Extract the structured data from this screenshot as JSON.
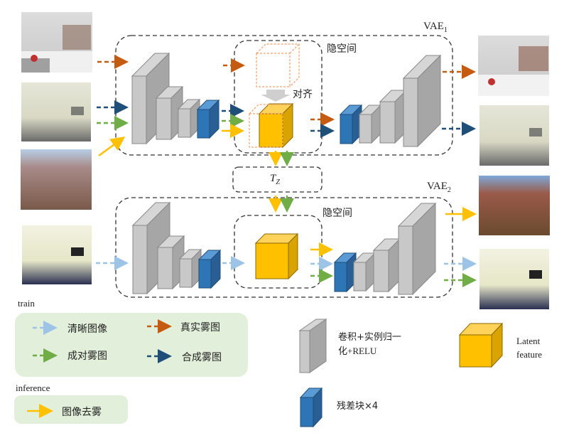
{
  "vae1": {
    "label": "VAE",
    "sub": "1"
  },
  "vae2": {
    "label": "VAE",
    "sub": "2"
  },
  "latent_space_label": "隐空间",
  "align_label": "对齐",
  "transform": {
    "label": "T",
    "sub": "Z"
  },
  "train_label": "train",
  "inference_label": "inference",
  "legend": {
    "train": [
      {
        "label": "清晰图像",
        "color": "#9dc3e6",
        "style": "dashed"
      },
      {
        "label": "真实雾图",
        "color": "#c55a11",
        "style": "dashed"
      },
      {
        "label": "成对雾图",
        "color": "#70ad47",
        "style": "dashed"
      },
      {
        "label": "合成雾图",
        "color": "#1f4e79",
        "style": "dashed"
      }
    ],
    "inference": [
      {
        "label": "图像去雾",
        "color": "#ffc000",
        "style": "solid"
      }
    ],
    "blocks": [
      {
        "label": "卷积+实例归一化+RELU",
        "line1": "卷积+实例归一",
        "line2": "化+RELU",
        "color": "#c8c8c8"
      },
      {
        "label": "Latent feature",
        "line1": "Latent",
        "line2": "feature",
        "color": "#ffc000"
      },
      {
        "label": "残差块×4",
        "color": "#2e75b6"
      }
    ]
  },
  "images": {
    "inputs": [
      "real hazy palace",
      "synthetic hazy room",
      "hazy canyon",
      "clear room"
    ],
    "outputs": [
      "reconstructed palace",
      "reconstructed room",
      "dehazed canyon",
      "clear room"
    ]
  },
  "colors": {
    "clear": "#9dc3e6",
    "real": "#c55a11",
    "paired": "#70ad47",
    "synthetic": "#1f4e79",
    "dehaze": "#ffc000",
    "block_gray": "#c8c8c8",
    "res_blue": "#2e75b6",
    "legend_bg": "#e2efda"
  }
}
